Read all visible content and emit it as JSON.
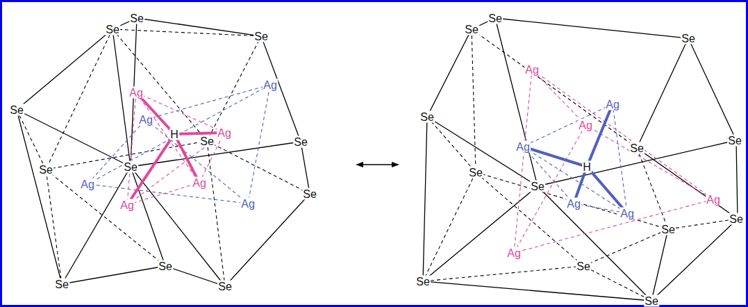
{
  "diagram": {
    "labels": [
      "Se",
      "Se",
      "Se",
      "Ag",
      "Ag",
      "Se",
      "Ag",
      "Ag",
      "H",
      "Se",
      "Se",
      "Se",
      "Se",
      "Ag",
      "Ag",
      "Se",
      "Ag",
      "Ag",
      "Se",
      "Se",
      "Se",
      "Se",
      "Se",
      "Se",
      "Ag",
      "Ag",
      "Ag",
      "Se",
      "Ag",
      "Se",
      "Se",
      "H",
      "Se",
      "Se",
      "Ag",
      "Se",
      "Ag",
      "Ag",
      "Se",
      "Ag",
      "Se",
      "Se",
      "Se"
    ]
  }
}
